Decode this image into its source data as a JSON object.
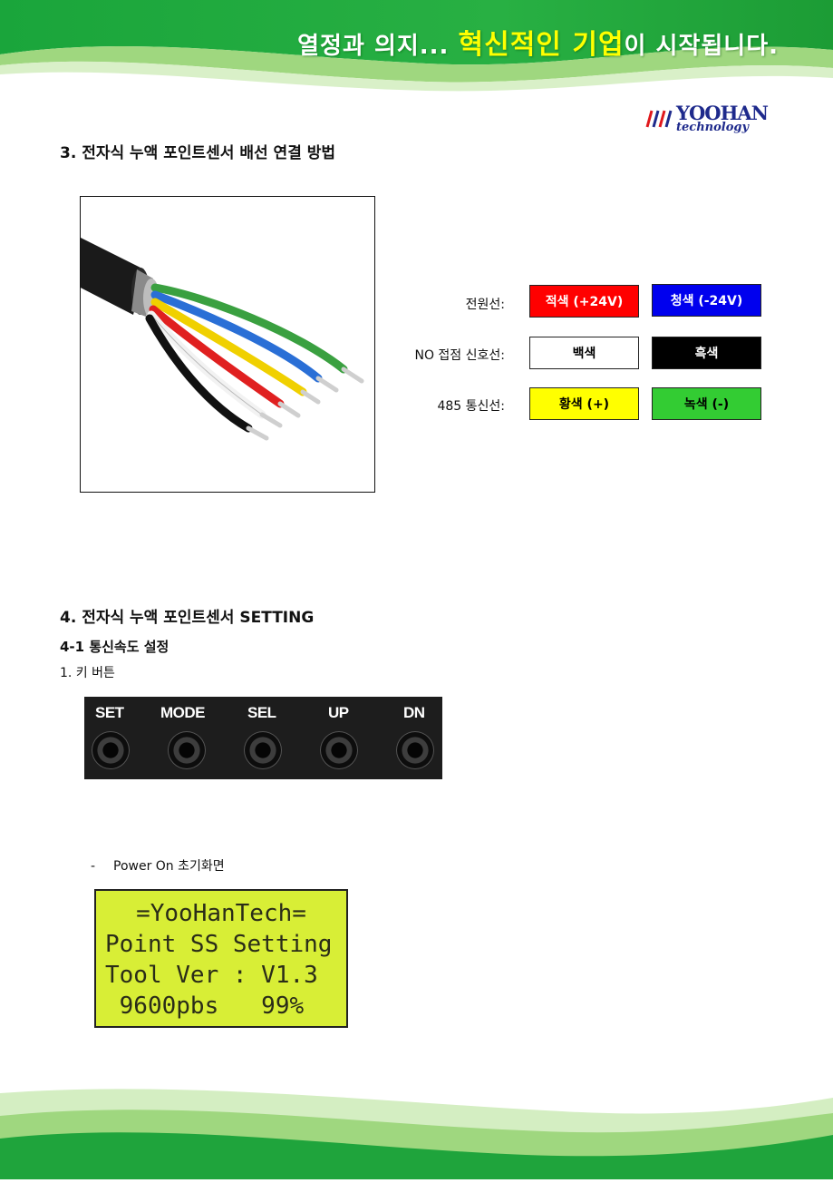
{
  "header": {
    "slogan_part1": "열정과 의지...",
    "slogan_highlight": "혁신적인 기업",
    "slogan_part2": "이 시작됩니다.",
    "logo_text": "YOOHAN",
    "logo_sub": "technology"
  },
  "section3": {
    "title": "3. 전자식 누액 포인트센서 배선 연결 방법",
    "wires": [
      {
        "label": "전원선:",
        "left": {
          "text": "적색 (+24V)",
          "color": "#ff0000",
          "text_color": "#ffffff"
        },
        "right": {
          "text": "청색 (-24V)",
          "color": "#0000ee",
          "text_color": "#ffffff"
        }
      },
      {
        "label": "NO 접점 신호선:",
        "left": {
          "text": "백색",
          "color": "#ffffff",
          "text_color": "#000000"
        },
        "right": {
          "text": "흑색",
          "color": "#000000",
          "text_color": "#ffffff"
        }
      },
      {
        "label": "485 통신선:",
        "left": {
          "text": "황색 (+)",
          "color": "#ffff00",
          "text_color": "#000000"
        },
        "right": {
          "text": "녹색 (-)",
          "color": "#33cc33",
          "text_color": "#000000"
        }
      }
    ]
  },
  "section4": {
    "title": "4. 전자식 누액 포인트센서 SETTING",
    "subtitle": "4-1 통신속도 설정",
    "step1": "1. 키 버튼",
    "keys": [
      "SET",
      "MODE",
      "SEL",
      "UP",
      "DN"
    ],
    "bullet_dash": "-",
    "bullet": "Power On 초기화면",
    "lcd_lines": [
      "=YooHanTech=",
      "Point SS Setting",
      "Tool Ver : V1.3",
      " 9600pbs   99%"
    ]
  },
  "colors": {
    "green": "#1ba63a",
    "light_green": "#8fd07a",
    "lcd": "#d8ee36"
  }
}
